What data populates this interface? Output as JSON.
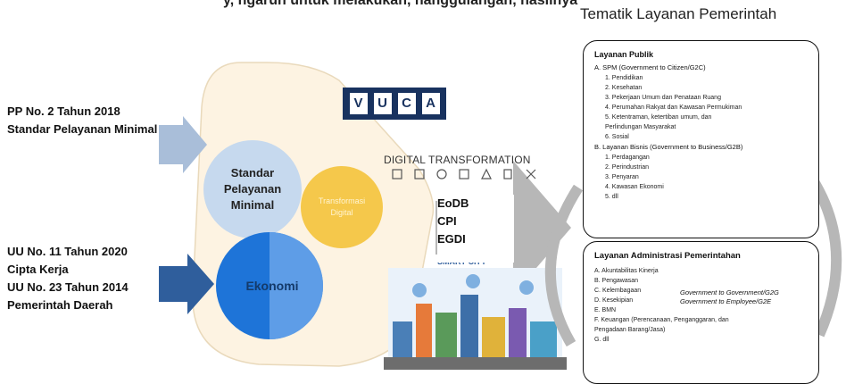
{
  "top_fragment": "y, ngaruh untuk melakukan, hanggulangan, hasilnya",
  "title": "Tematik Layanan Pemerintah",
  "left_laws": {
    "top": [
      "PP No. 2 Tahun 2018",
      "Standar Pelayanan Minimal"
    ],
    "bottom": [
      "UU No. 11 Tahun 2020",
      "Cipta Kerja",
      "UU No. 23 Tahun 2014",
      "Pemerintah Daerah"
    ]
  },
  "circles": {
    "spm": [
      "Standar",
      "Pelayanan",
      "Minimal"
    ],
    "transformasi": [
      "Transformasi",
      "Digital"
    ],
    "ekonomi": "Ekonomi"
  },
  "vuca": [
    "V",
    "U",
    "C",
    "A"
  ],
  "digital_transformation": "DIGITAL TRANSFORMATION",
  "smart_city": "SMART CITY",
  "metrics": [
    "EoDB",
    "CPI",
    "EGDI"
  ],
  "layanan_publik": {
    "heading": "Layanan Publik",
    "spm_line": "A. SPM (Government to Citizen/G2C)",
    "spm_items": [
      "1.  Pendidikan",
      "2.  Kesehatan",
      "3.  Pekerjaan Umum dan Penataan Ruang",
      "4.  Perumahan Rakyat dan Kawasan Permukiman",
      "5.  Ketentraman, ketertiban umum, dan",
      "     Perlindungan Masyarakat",
      "6.  Sosial"
    ],
    "bisnis_line": "B. Layanan Bisnis (Government to Business/G2B)",
    "bisnis_items": [
      "1.  Perdagangan",
      "2.  Perindustrian",
      "3.  Penyaran",
      "4.  Kawasan Ekonomi",
      "5.  dll"
    ]
  },
  "layanan_admin": {
    "heading": "Layanan Administrasi Pemerintahan",
    "items": [
      "A.  Akuntabilitas Kinerja",
      "B.  Pengawasan",
      "C.  Kelembagaan",
      "D.  Kesekipian",
      "E.  BMN",
      "F.  Keuangan (Perencanaan, Penganggaran, dan",
      "     Pengadaan Barang/Jasa)",
      "G.  dll"
    ],
    "g2g": "Government to Government/G2G",
    "g2e": "Government to Employee/G2E"
  },
  "colors": {
    "spm_circle": "#c6d9ee",
    "transformasi_circle": "#f5c84b",
    "ekonomi_circle": "#1e74d8",
    "triangle": "#fdf3e2",
    "arrow_light": "#a9bed9",
    "arrow_dark": "#2f5e9c",
    "big_arrow": "#b7b7b7",
    "vuca_bg": "#18325f"
  }
}
